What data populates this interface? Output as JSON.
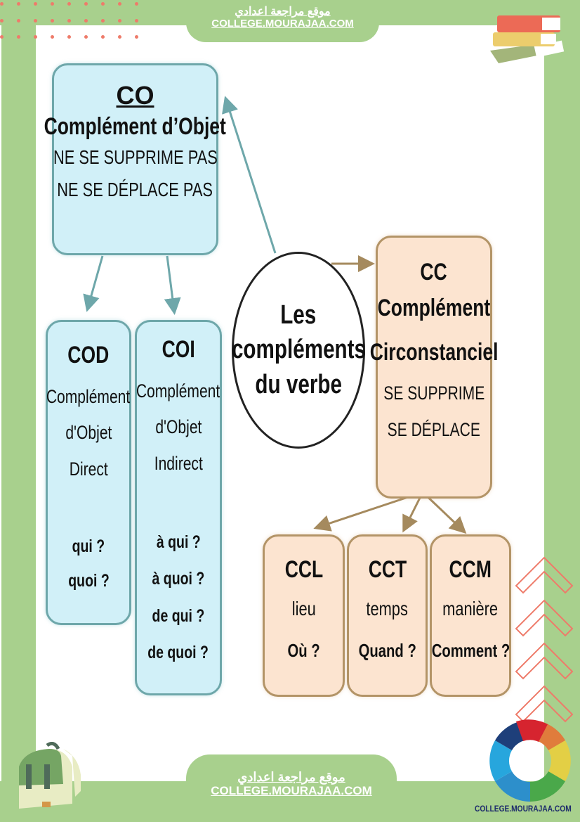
{
  "header": {
    "arabic": "موقع مراجعة اعدادي",
    "site": "COLLEGE.MOURAJAA.COM"
  },
  "footer": {
    "arabic": "موقع مراجعة اعدادي",
    "site": "COLLEGE.MOURAJAA.COM",
    "logo_text": "COLLEGE.MOURAJAA.COM"
  },
  "center": {
    "lines": [
      "Les",
      "compléments",
      "du verbe"
    ]
  },
  "co": {
    "abbr": "CO",
    "title": "Complément d’Objet",
    "rules": [
      "NE SE SUPPRIME PAS",
      "NE SE DÉPLACE PAS"
    ]
  },
  "cod": {
    "abbr": "COD",
    "desc": [
      "Complément",
      "d'Objet",
      "Direct"
    ],
    "questions": [
      "qui ?",
      "quoi ?"
    ]
  },
  "coi": {
    "abbr": "COI",
    "desc": [
      "Complément",
      "d'Objet",
      "Indirect"
    ],
    "questions": [
      "à qui ?",
      "à quoi ?",
      "de qui ?",
      "de quoi ?"
    ]
  },
  "cc": {
    "abbr": "CC",
    "title": [
      "Complément",
      "Circonstanciel"
    ],
    "rules": [
      "SE SUPPRIME",
      "SE DÉPLACE"
    ]
  },
  "ccl": {
    "abbr": "CCL",
    "desc": "lieu",
    "question": "Où ?"
  },
  "cct": {
    "abbr": "CCT",
    "desc": "temps",
    "question": "Quand ?"
  },
  "ccm": {
    "abbr": "CCM",
    "desc": "manière",
    "question": "Comment ?"
  },
  "colors": {
    "frame_green": "#a8d08d",
    "accent_red": "#ee7b6a",
    "co_blue": "#d1f0f8",
    "cc_peach": "#fce4d0"
  }
}
